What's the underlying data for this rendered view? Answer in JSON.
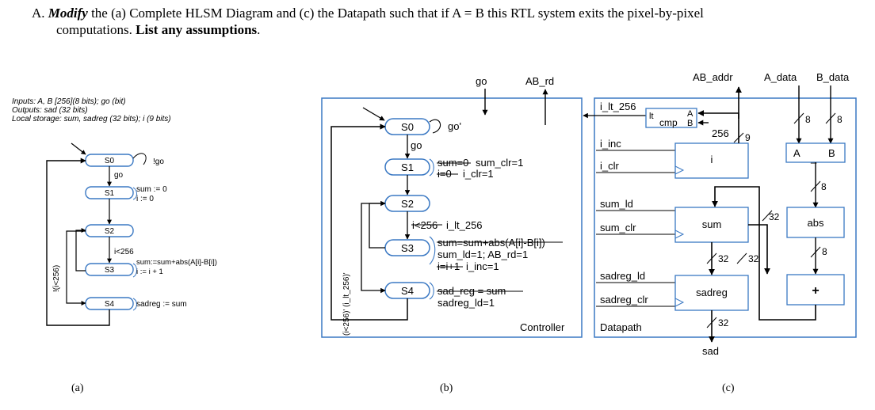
{
  "question": {
    "label": "A.",
    "modify": "Modify",
    "part1": " the (a) Complete HLSM Diagram and (c) the Datapath such that if A = B this RTL system exits the pixel-by-pixel",
    "part2": "computations.  ",
    "assumptions": "List any assumptions",
    "period": "."
  },
  "panel_a": {
    "inputs": "Inputs: A, B [256](8 bits); go (bit)",
    "outputs": "Outputs: sad (32 bits)",
    "storage": "Local storage: sum, sadreg (32 bits); i (9 bits)",
    "states": [
      "S0",
      "S1",
      "S2",
      "S3",
      "S4"
    ],
    "not_go": "!go",
    "go": "go",
    "s1_actions": [
      "sum := 0",
      "i := 0"
    ],
    "cond_lt": "i<256",
    "s3_actions": [
      "sum:=sum+abs(A[i]-B[i])",
      "i := i + 1"
    ],
    "s4_action": "sadreg := sum",
    "not_lt": "!(i<256)",
    "caption": "(a)"
  },
  "panel_b": {
    "top_labels": [
      "go",
      "AB_rd"
    ],
    "states": [
      "S0",
      "S1",
      "S2",
      "S3",
      "S4"
    ],
    "go_not": "go'",
    "go": "go",
    "s1_struck": [
      "sum=0",
      "i=0"
    ],
    "s1_actions": [
      "sum_clr=1",
      "i_clr=1"
    ],
    "s2_cond_struck": "i<256",
    "s2_cond": "i_lt_256",
    "s3_struck": [
      "sum=sum+abs(A[i]-B[i])",
      "i=i+1"
    ],
    "s3_actions": [
      "sum_ld=1; AB_rd=1",
      "i_inc=1"
    ],
    "s4_struck": "sad_reg = sum",
    "s4_action": "sadreg_ld=1",
    "side_label": "(i<256)' (i_lt_256)'",
    "controller": "Controller",
    "caption": "(b)"
  },
  "panel_c": {
    "top_labels": [
      "AB_addr",
      "A_data",
      "B_data"
    ],
    "signals": [
      "i_lt_256",
      "i_inc",
      "i_clr",
      "sum_ld",
      "sum_clr",
      "sadreg_ld",
      "sadreg_clr"
    ],
    "cmp_lt": "lt",
    "cmp_name": "cmp",
    "cmp_a": "A",
    "cmp_b": "B",
    "const_256": "256",
    "reg_i": "i",
    "reg_sum": "sum",
    "reg_sadreg": "sadreg",
    "abs": "abs",
    "sub_a": "A",
    "sub_b": "B",
    "sub_minus": "_",
    "adder": "+",
    "widths": [
      "9",
      "8",
      "8",
      "8",
      "32",
      "32",
      "32",
      "8",
      "32"
    ],
    "output": "sad",
    "datapath": "Datapath",
    "caption": "(c)"
  }
}
